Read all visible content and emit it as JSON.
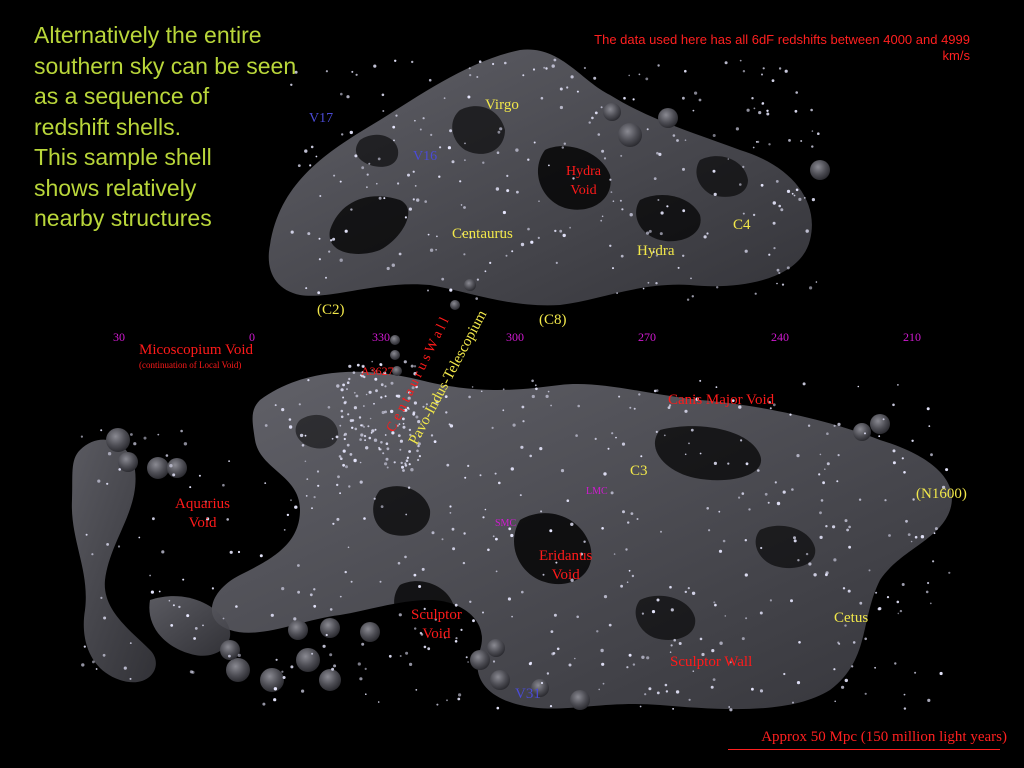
{
  "intro_text": "Alternatively the entire\nsouthern sky can be seen\nas a sequence of\nredshift shells.\nThis sample shell\nshows relatively\nnearby structures",
  "data_note": "The data used here has all 6dF redshifts between 4000 and 4999 km/s",
  "scale_bar_label": "Approx 50 Mpc (150 million light years)",
  "longitude_ticks": [
    "30",
    "0",
    "330",
    "300",
    "270",
    "240",
    "210"
  ],
  "labels": {
    "virgo": "Virgo",
    "hydra_void": "Hydra\nVoid",
    "centaurus": "Centaurus",
    "hydra": "Hydra",
    "c4": "C4",
    "c2": "(C2)",
    "c8": "(C8)",
    "v17": "V17",
    "v16": "V16",
    "microscopium_void": "Micoscopium Void",
    "microscopium_sub": "(continuation of Local Void)",
    "a3627": "A3627",
    "pavo": "Pavo-Indus-Telescopium",
    "centaurus_wall": "C e n t a u r u s   W a l l",
    "canis_major_void": "Canis Major Void",
    "c3": "C3",
    "lmc": "LMC",
    "smc": "SMC",
    "n1600": "(N1600)",
    "aquarius_void": "Aquarius\nVoid",
    "eridanus_void": "Eridanus\nVoid",
    "sculptor_void": "Sculptor\nVoid",
    "cetus": "Cetus",
    "sculptor_wall": "Sculptor Wall",
    "v31": "V31"
  },
  "colors": {
    "background": "#000000",
    "intro_text": "#b9d63a",
    "structure_label": "#f2e84a",
    "void_label": "#ff1a1a",
    "void_number": "#4b4bd6",
    "tick_label": "#d21ad2",
    "structure_fill": "#4a4a50"
  }
}
